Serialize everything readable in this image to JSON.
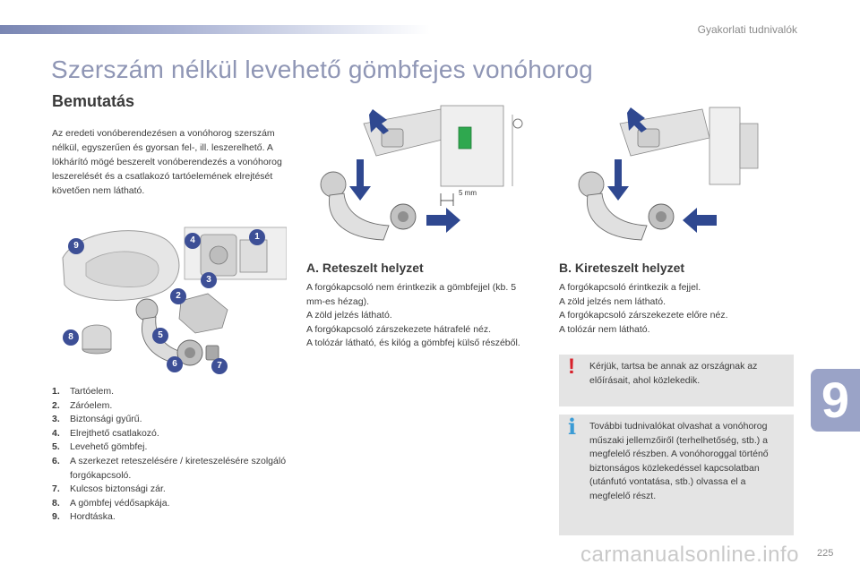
{
  "header": {
    "section": "Gyakorlati tudnivalók"
  },
  "title": "Szerszám nélkül levehető gömbfejes vonóhorog",
  "subtitle": "Bemutatás",
  "intro": "Az eredeti vonóberendezésen a vonóhorog szerszám nélkül, egyszerűen és gyorsan fel-, ill. leszerelhető. A lökhárító mögé beszerelt vonóberendezés a vonóhorog leszerelését és a csatlakozó tartóelemének elrejtését követően nem látható.",
  "figure_parts": {
    "callouts": [
      "9",
      "4",
      "1",
      "3",
      "2",
      "8",
      "5",
      "6",
      "7"
    ]
  },
  "figure_locked": {
    "gap_label": "5 mm"
  },
  "parts_list": [
    {
      "num": "1.",
      "text": "Tartóelem."
    },
    {
      "num": "2.",
      "text": "Záróelem."
    },
    {
      "num": "3.",
      "text": "Biztonsági gyűrű."
    },
    {
      "num": "4.",
      "text": "Elrejthető csatlakozó."
    },
    {
      "num": "5.",
      "text": "Levehető gömbfej."
    },
    {
      "num": "6.",
      "text": "A szerkezet reteszelésére / kireteszelésére szolgáló forgókapcsoló."
    },
    {
      "num": "7.",
      "text": "Kulcsos biztonsági zár."
    },
    {
      "num": "8.",
      "text": "A gömbfej védősapkája."
    },
    {
      "num": "9.",
      "text": "Hordtáska."
    }
  ],
  "locked": {
    "heading": "A. Reteszelt helyzet",
    "lines": [
      "A forgókapcsoló nem érintkezik a gömbfejjel (kb. 5 mm-es hézag).",
      "A zöld jelzés látható.",
      "A forgókapcsoló zárszekezete hátrafelé néz.",
      "A tolózár látható, és kilóg a gömbfej külső részéből."
    ]
  },
  "unlocked": {
    "heading": "B. Kireteszelt helyzet",
    "lines": [
      "A forgókapcsoló érintkezik a fejjel.",
      "A zöld jelzés nem látható.",
      "A forgókapcsoló zárszekezete előre néz.",
      "A tolózár nem látható."
    ]
  },
  "warning": {
    "icon": "!",
    "text": "Kérjük, tartsa be annak az országnak az előírásait, ahol közlekedik."
  },
  "info": {
    "icon": "i",
    "text": "További tudnivalókat olvashat a vonóhorog műszaki jellemzőiről (terhelhetőség, stb.) a megfelelő részben. A vonóhoroggal történő biztonságos közlekedéssel kapcsolatban (utánfutó vontatása, stb.) olvassa el a megfelelő részt."
  },
  "chapter": "9",
  "page_number": "225",
  "watermark": "carmanualsonline.info",
  "colors": {
    "title": "#8f96b5",
    "callout": "#3d4f96",
    "arrow": "#2f4890",
    "indicator": "#2fa84f",
    "warning": "#d8202a",
    "info": "#3a9bd5",
    "note_bg": "#e4e4e4",
    "tab": "#9aa3c7"
  }
}
